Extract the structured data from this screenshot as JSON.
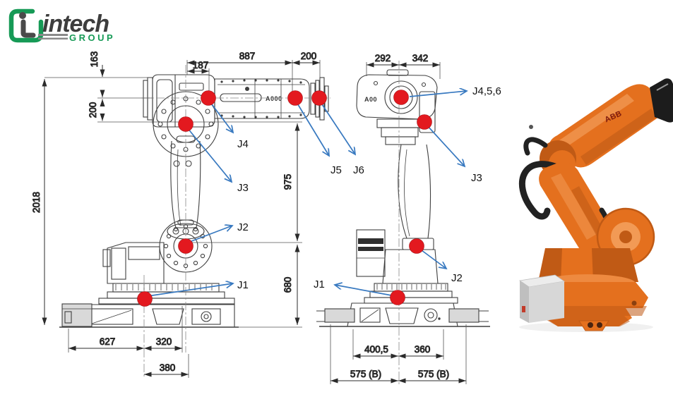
{
  "logo": {
    "brand": "intech",
    "group": "GROUP"
  },
  "colors": {
    "accent_green": "#169a56",
    "dimension_ink": "#2b2b2b",
    "drawing_line": "#3f3f3f",
    "joint_red": "#e3191f",
    "arrow_blue": "#3879c0",
    "robot_orange": "#e4701e"
  },
  "front_view": {
    "abb_mark": "A000",
    "dims": {
      "total_height": "2018",
      "wrist_top_offset": "163",
      "wrist_drop": "200",
      "forearm_reach": "887",
      "wrist_offset": "187",
      "flange_length": "200",
      "arm_length": "975",
      "base_height": "680",
      "base_left": "627",
      "base_right": "320",
      "base_offset": "380"
    },
    "joints": {
      "j1": "J1",
      "j2": "J2",
      "j3": "J3",
      "j4": "J4",
      "j5": "J5",
      "j6": "J6"
    }
  },
  "side_view": {
    "abb_mark": "A00",
    "dims": {
      "top_left": "292",
      "top_right": "342",
      "pedestal_left": "400,5",
      "pedestal_right": "360",
      "footprint_left": "575 (B)",
      "footprint_right": "575 (B)"
    },
    "joints": {
      "j456": "J4,5,6",
      "j3": "J3",
      "j2": "J2",
      "j1": "J1"
    }
  },
  "photo": {
    "brand": "ABB"
  }
}
